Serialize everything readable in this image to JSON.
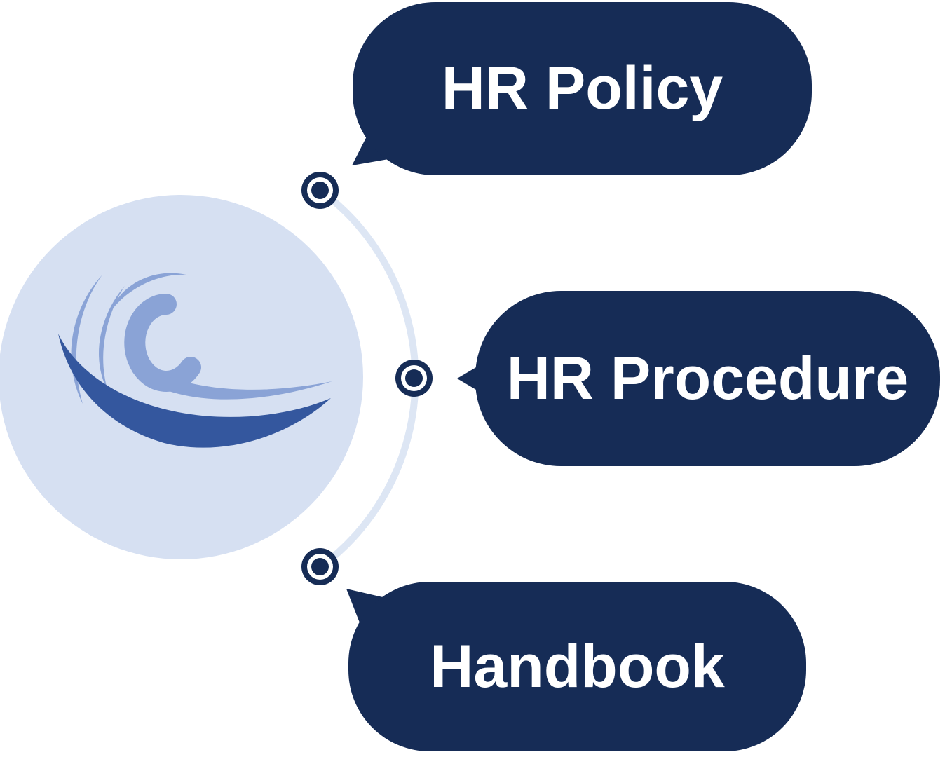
{
  "diagram": {
    "bubbles": [
      {
        "label": "HR Policy"
      },
      {
        "label": "HR Procedure"
      },
      {
        "label": "Handbook"
      }
    ],
    "logo": {
      "icon": "wave-logo-icon"
    },
    "nodes_count": "3",
    "colors": {
      "bubble_navy": "#162C56",
      "circle_fill": "#D6E0F2",
      "arc_stroke": "#DDE6F4",
      "wave_mid": "#8AA3D6",
      "wave_dark": "#34579E",
      "node_ring": "#FFFFFF",
      "label_text": "#FFFFFF",
      "background": "#FFFFFF"
    }
  }
}
